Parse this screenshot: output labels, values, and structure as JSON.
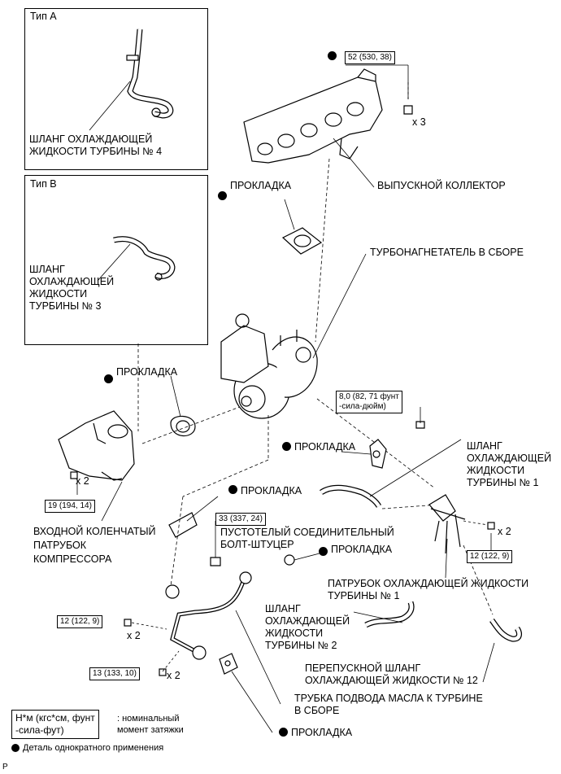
{
  "panels": {
    "type_a": {
      "title": "Тип A",
      "label": "ШЛАНГ ОХЛАЖДАЮЩЕЙ\nЖИДКОСТИ ТУРБИНЫ № 4"
    },
    "type_b": {
      "title": "Тип B",
      "label": "ШЛАНГ\nОХЛАЖДАЮЩЕЙ\nЖИДКОСТИ\nТУРБИНЫ № 3"
    }
  },
  "labels": {
    "exhaust_manifold": "ВЫПУСКНОЙ КОЛЛЕКТОР",
    "gasket_manifold": "ПРОКЛАДКА",
    "turbo_assy": "ТУРБОНАГНЕТАТЕЛЬ В СБОРЕ",
    "gasket_left": "ПРОКЛАДКА",
    "gasket_mid": "ПРОКЛАДКА",
    "hose_no1": "ШЛАНГ\nОХЛАЖДАЮЩЕЙ\nЖИДКОСТИ\nТУРБИНЫ № 1",
    "gasket_pipe": "ПРОКЛАДКА",
    "inlet_elbow": "ВХОДНОЙ КОЛЕНЧАТЫЙ\nПАТРУБОК\nКОМПРЕССОРА",
    "union_bolt": "ПУСТОТЕЛЫЙ СОЕДИНИТЕЛЬНЫЙ\nБОЛТ-ШТУЦЕР",
    "gasket_union": "ПРОКЛАДКА",
    "pipe_no1": "ПАТРУБОК ОХЛАЖДАЮЩЕЙ ЖИДКОСТИ\nТУРБИНЫ № 1",
    "hose_no2": "ШЛАНГ\nОХЛАЖДАЮЩЕЙ\nЖИДКОСТИ\nТУРБИНЫ № 2",
    "bypass_hose": "ПЕРЕПУСКНОЙ ШЛАНГ\nОХЛАЖДАЮЩЕЙ ЖИДКОСТИ № 12",
    "oil_pipe": "ТРУБКА ПОДВОДА МАСЛА К ТУРБИНЕ\nВ СБОРЕ",
    "gasket_bottom": "ПРОКЛАДКА"
  },
  "torque": {
    "manifold": "52 (530, 38)",
    "stud": "8,0 (82, 71 фунт\n-сила-дюйм)",
    "elbow": "19 (194, 14)",
    "union": "33 (337, 24)",
    "pipe_right": "12 (122, 9)",
    "oil_left": "12 (122, 9)",
    "oil_bottom": "13 (133, 10)"
  },
  "multipliers": {
    "manifold": "x 3",
    "elbow": "x 2",
    "pipe_right": "x 2",
    "oil_left": "x 2",
    "oil_bottom": "x 2"
  },
  "legend": {
    "unit_box": "Н*м (кгс*см, фунт\n-сила-фут)",
    "unit_desc": ": номинальный\nмомент затяжки",
    "single_use": "Деталь однократного применения"
  },
  "footer": {
    "code": "P"
  }
}
